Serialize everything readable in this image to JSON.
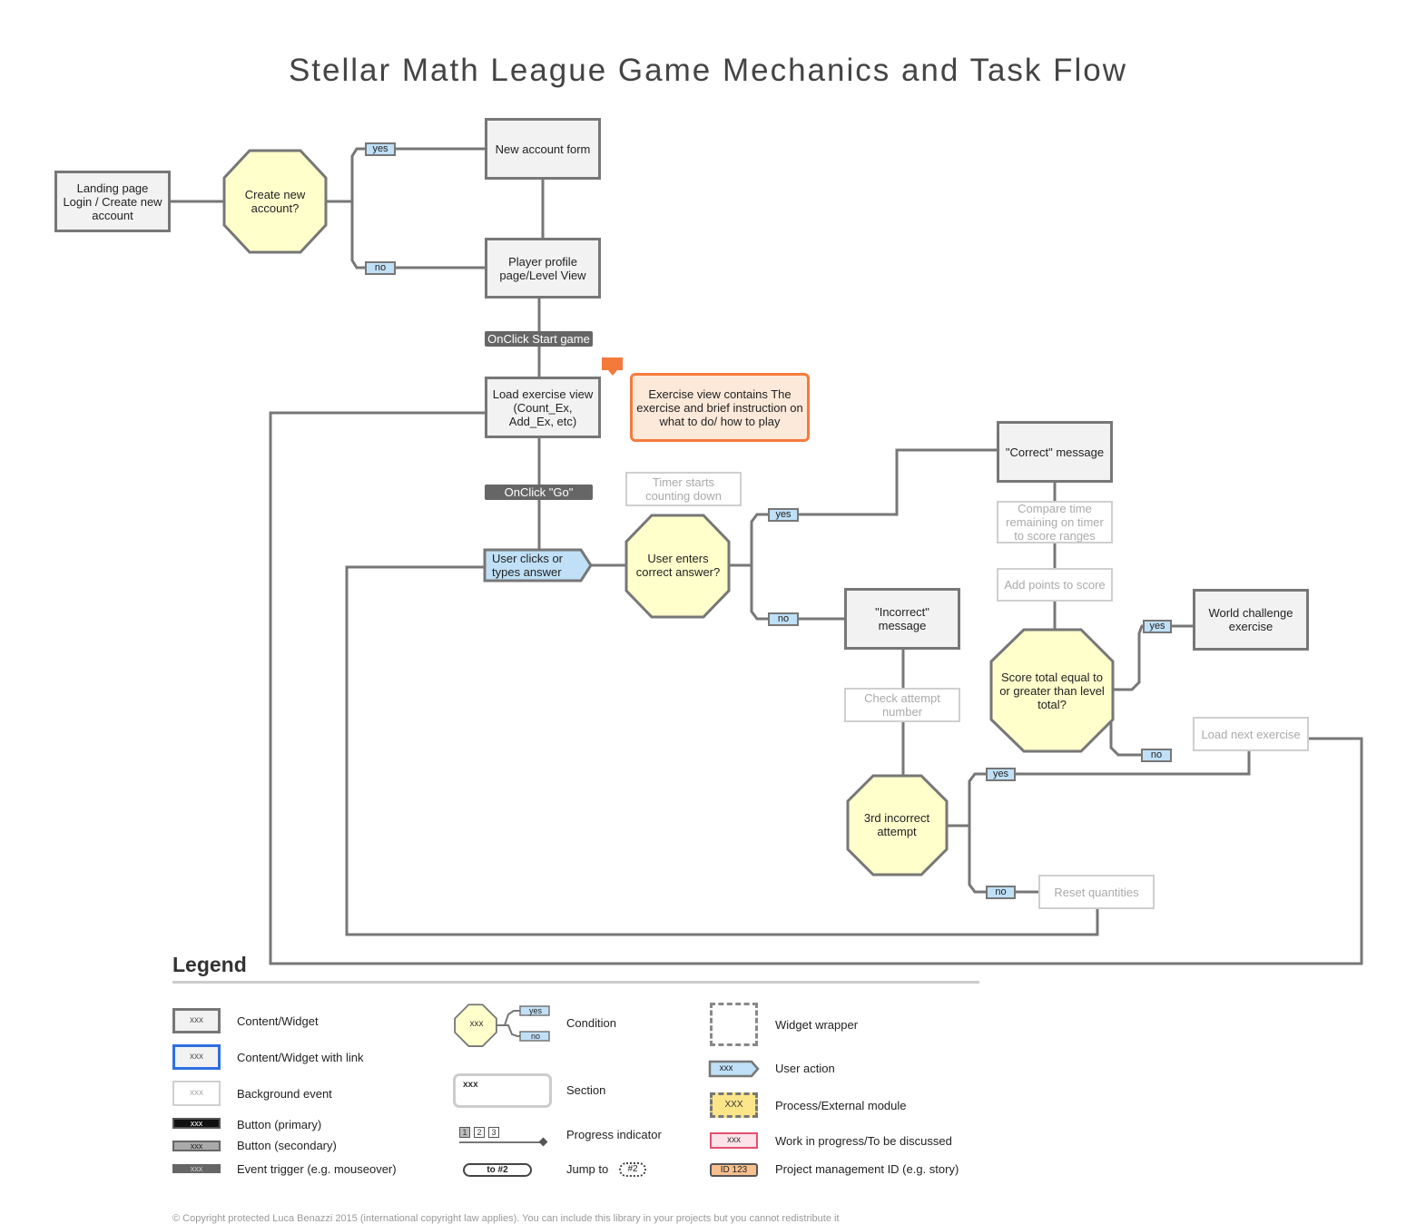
{
  "title": "Stellar Math League Game Mechanics and Task Flow",
  "nodes": {
    "landing": "Landing page\nLogin / Create new account",
    "create_account_q": "Create new account?",
    "new_account_form": "New account form",
    "player_profile": "Player profile page/Level View",
    "onclick_start": "OnClick Start game",
    "load_exercise": "Load exercise view (Count_Ex, Add_Ex, etc)",
    "exercise_note": "Exercise view contains The exercise and brief instruction on what to do/ how to play",
    "onclick_go": "OnClick \"Go\"",
    "timer": "Timer starts counting down",
    "user_clicks": "User clicks or types answer",
    "correct_q": "User enters correct answer?",
    "correct_msg": "\"Correct\" message",
    "compare_time": "Compare time remaining on timer to score ranges",
    "add_points": "Add points to score",
    "score_q": "Score total equal to or greater than level total?",
    "world_challenge": "World challenge exercise",
    "load_next": "Load next exercise",
    "incorrect_msg": "\"Incorrect\" message",
    "check_attempt": "Check attempt number",
    "third_incorrect_q": "3rd incorrect attempt",
    "reset_quantities": "Reset quantities"
  },
  "branch_labels": {
    "yes": "yes",
    "no": "no"
  },
  "legend": {
    "title": "Legend",
    "sample": "xxx",
    "sample_upper": "XXX",
    "content_widget": "Content/Widget",
    "content_widget_link": "Content/Widget with link",
    "background_event": "Background event",
    "button_primary": "Button (primary)",
    "button_secondary": "Button (secondary)",
    "event_trigger": "Event trigger (e.g. mouseover)",
    "condition": "Condition",
    "section": "Section",
    "progress_indicator": "Progress indicator",
    "progress_steps": [
      "1",
      "2",
      "3"
    ],
    "jump_to": "Jump to",
    "jump_target": "to #2",
    "jump_marker": "#2",
    "widget_wrapper": "Widget wrapper",
    "user_action": "User action",
    "process_module": "Process/External module",
    "wip": "Work in progress/To be discussed",
    "pm_id": "Project management ID (e.g. story)",
    "pm_sample": "ID 123"
  },
  "footer": "© Copyright protected Luca Benazzi 2015 (international copyright law applies). You can include this library in your projects but you cannot redistribute it",
  "colors": {
    "content_fill": "#f2f2f2",
    "border": "#777777",
    "condition_fill": "#ffffcc",
    "pill_fill": "#bfe0f7",
    "note_border": "#f47a3c",
    "note_fill": "#fde9d9",
    "trigger": "#666666"
  }
}
